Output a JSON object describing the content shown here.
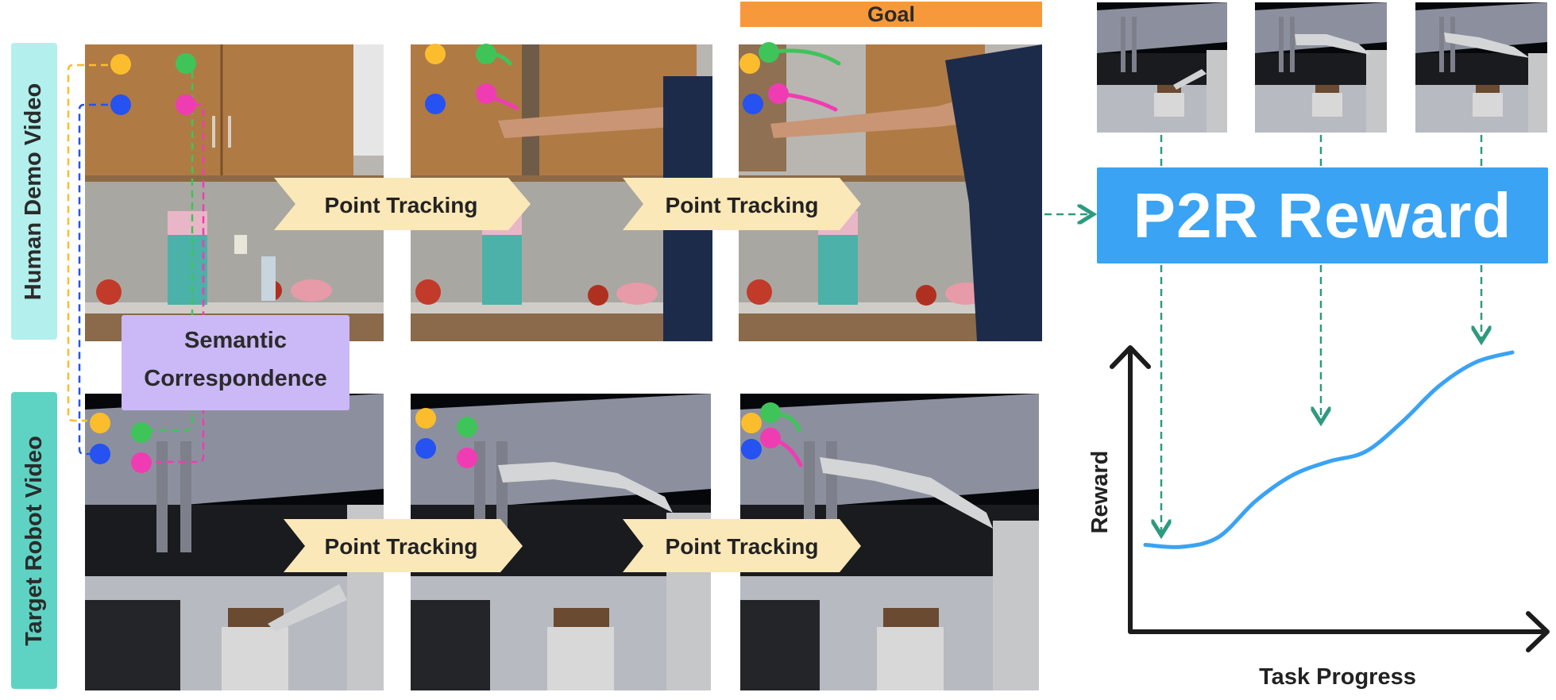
{
  "labels": {
    "human_demo_video": "Human Demo Video",
    "target_robot_video": "Target Robot Video",
    "goal": "Goal",
    "semantic_line1": "Semantic",
    "semantic_line2": "Correspondence",
    "point_tracking": "Point Tracking",
    "p2r_reward": "P2R Reward"
  },
  "chart_data": {
    "type": "line",
    "xlabel": "Task Progress",
    "ylabel": "Reward",
    "series": [
      {
        "values": [
          0.03,
          0.02,
          0.07,
          0.25,
          0.38,
          0.45,
          0.5,
          0.65,
          0.83,
          0.95,
          1.0
        ]
      }
    ]
  },
  "colors": {
    "human_label_bg": "#b2efed",
    "robot_label_bg": "#5ed3c3",
    "goal_bg": "#f7993a",
    "semantic_bg": "#cbb8f7",
    "point_tracking_bg": "#fbe8b8",
    "reward_box_bg": "#3aa3f3",
    "reward_curve": "#3aa3f3",
    "dashed_arrow": "#2e9a80",
    "point_yellow": "#fbbd2e",
    "point_green": "#3fc45a",
    "point_blue": "#2552f0",
    "point_pink": "#f03cb3"
  }
}
